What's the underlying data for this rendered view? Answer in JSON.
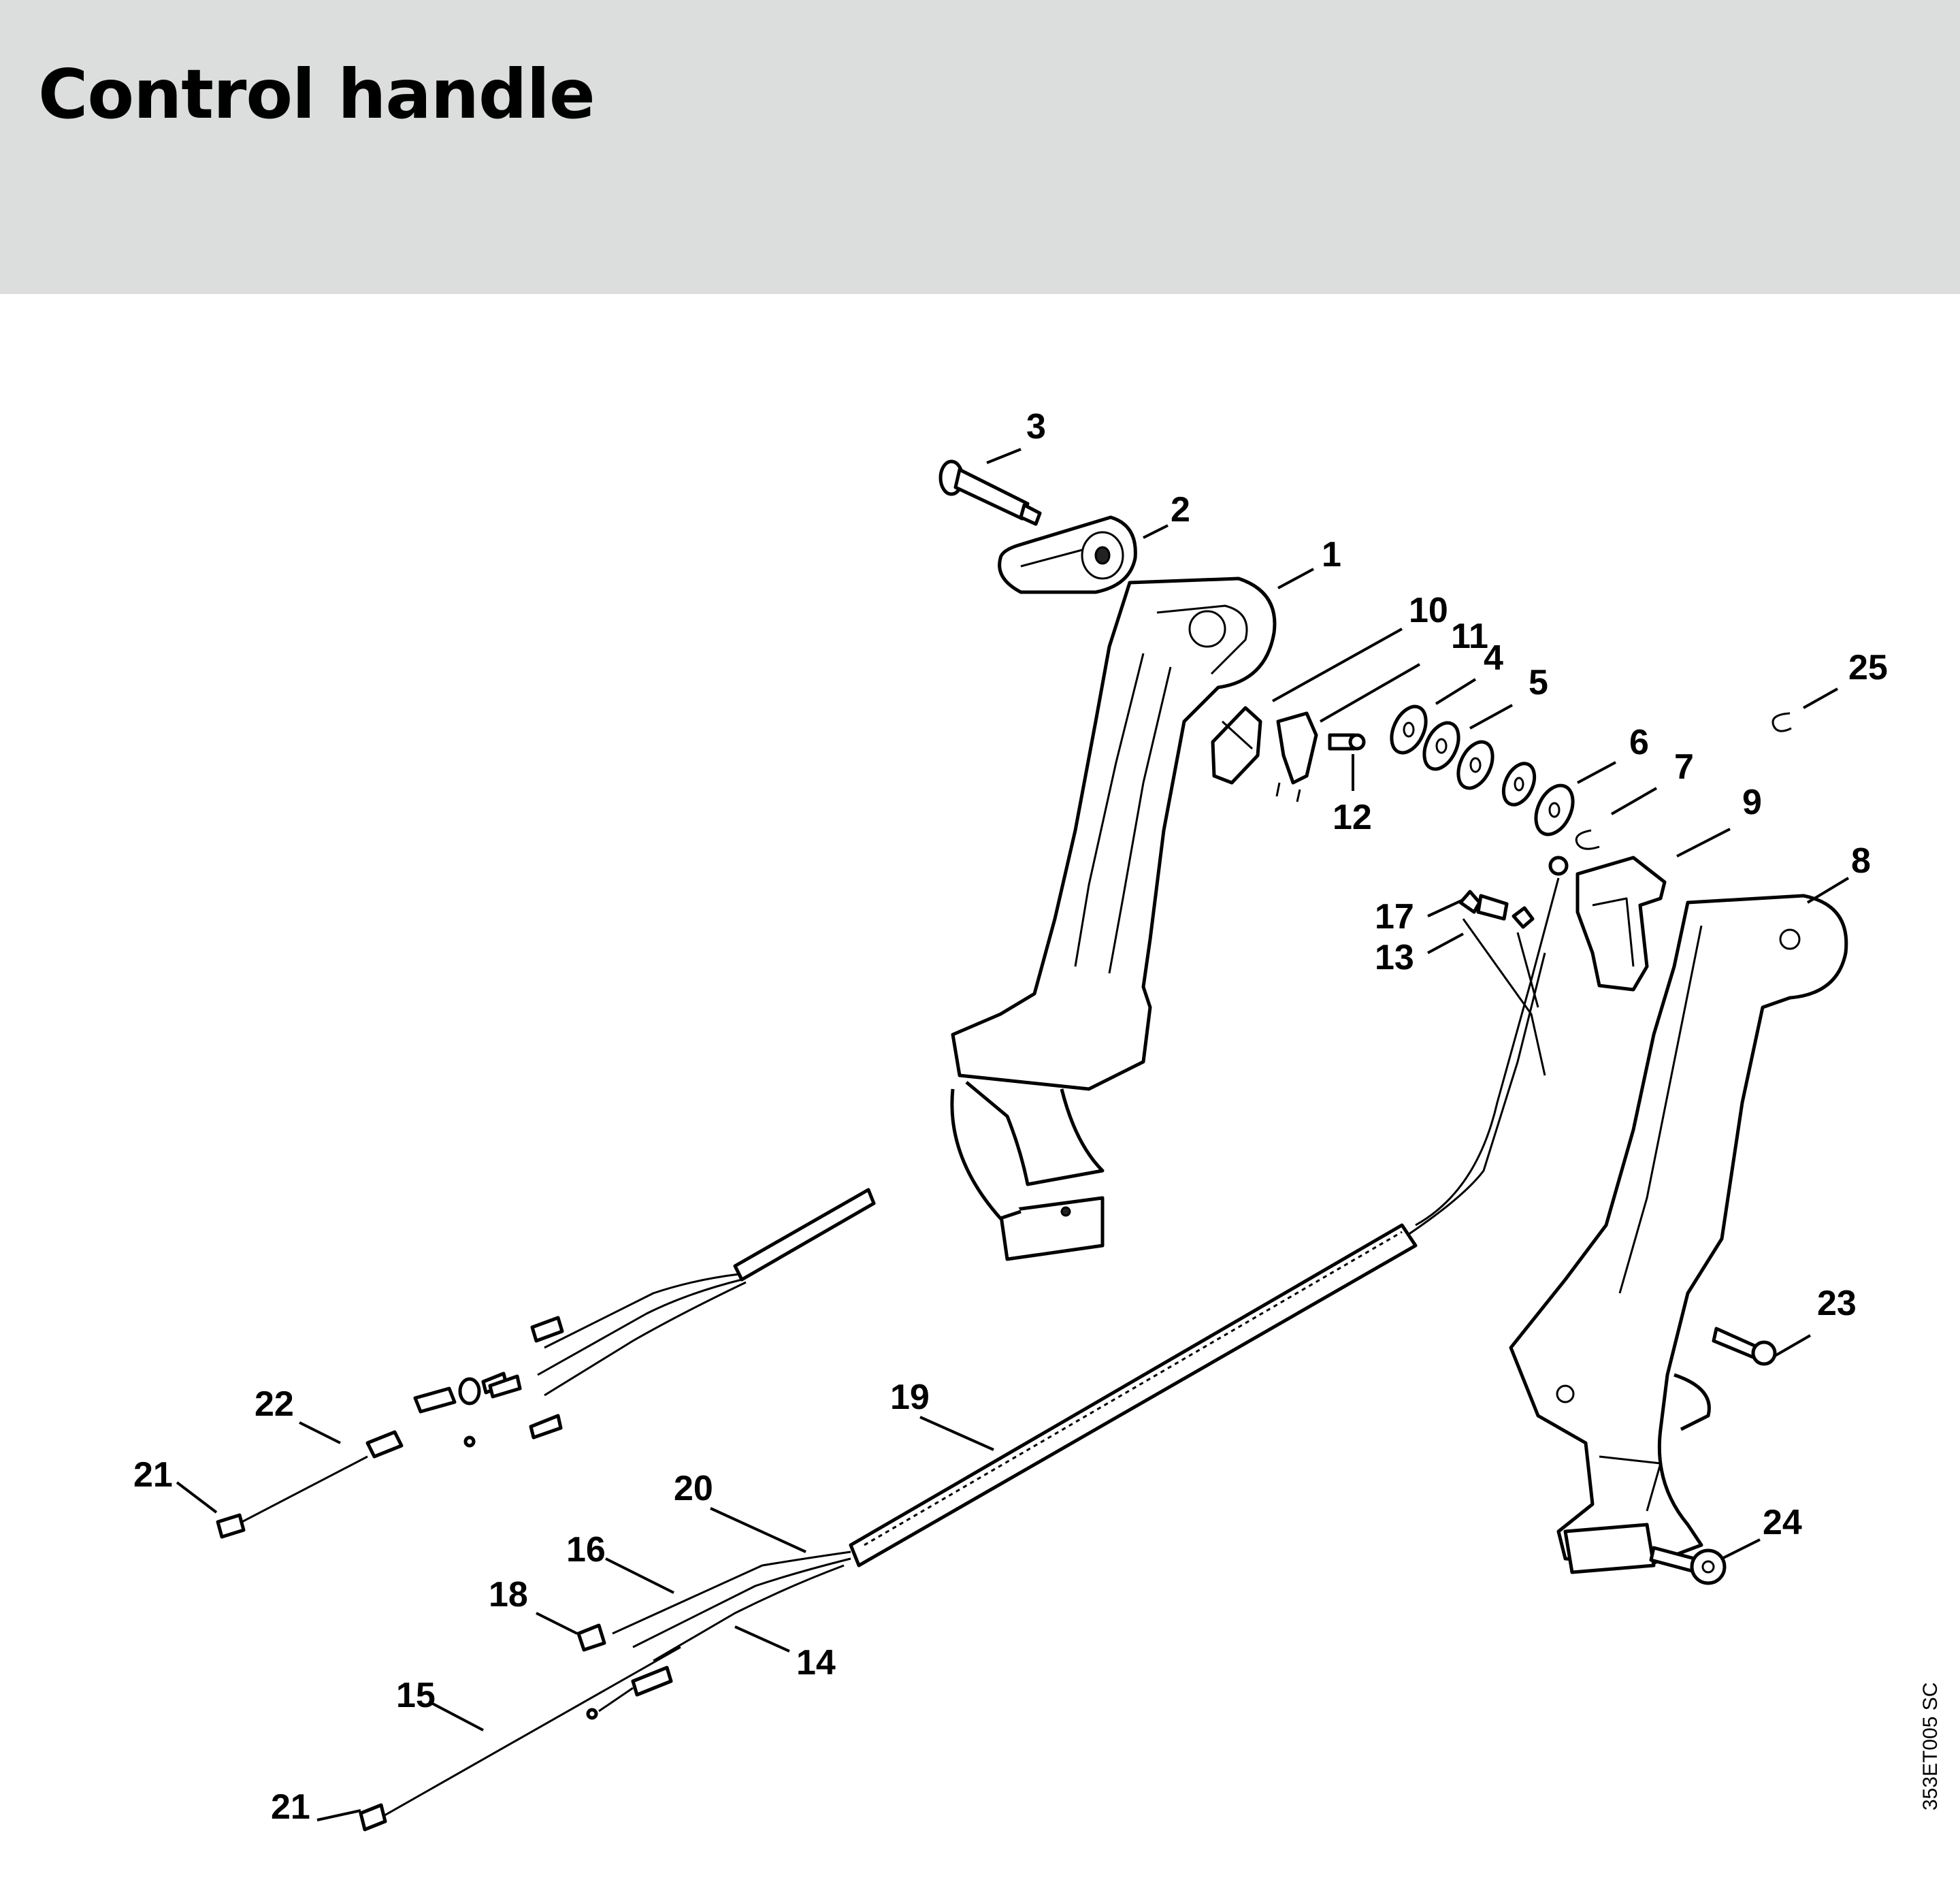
{
  "header": {
    "title": "Control handle",
    "background": "#dcdddd"
  },
  "callouts": {
    "c1": "1",
    "c2": "2",
    "c3": "3",
    "c4": "4",
    "c5": "5",
    "c6": "6",
    "c7": "7",
    "c8": "8",
    "c9": "9",
    "c10": "10",
    "c11": "11",
    "c12": "12",
    "c13": "13",
    "c14": "14",
    "c15": "15",
    "c16": "16",
    "c17": "17",
    "c18": "18",
    "c19": "19",
    "c20": "20",
    "c21a": "21",
    "c21b": "21",
    "c22": "22",
    "c23": "23",
    "c24": "24",
    "c25": "25"
  },
  "doc_id": "353ET005 SC"
}
